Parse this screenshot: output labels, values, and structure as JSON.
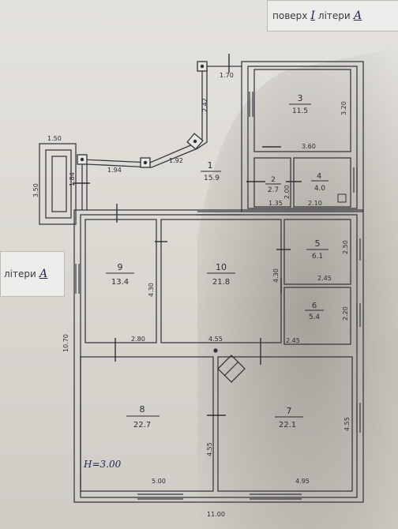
{
  "header": {
    "floor_label": "поверх",
    "floor_value": "I",
    "letter_label": "літери",
    "letter_value": "А"
  },
  "side_stamp": {
    "letter_label": "літери",
    "letter_value": "А"
  },
  "rooms": [
    {
      "no": "1",
      "area": "15.9"
    },
    {
      "no": "2",
      "area": "2.7"
    },
    {
      "no": "3",
      "area": "11.5"
    },
    {
      "no": "4",
      "area": "4.0"
    },
    {
      "no": "5",
      "area": "6.1"
    },
    {
      "no": "6",
      "area": "5.4"
    },
    {
      "no": "7",
      "area": "22.1"
    },
    {
      "no": "8",
      "area": "22.7"
    },
    {
      "no": "9",
      "area": "13.4"
    },
    {
      "no": "10",
      "area": "21.8"
    }
  ],
  "dims": {
    "d170": "1.70",
    "d242": "2.42",
    "d320a": "3.20",
    "d360": "3.60",
    "d150": "1.50",
    "d350": "3.50",
    "d184": "1.84",
    "d194": "1.94",
    "d192": "1.92",
    "d135": "1.35",
    "d200": "2.00",
    "d210": "2.10",
    "d250": "2.50",
    "d245a": "2.45",
    "d220": "2.20",
    "d245b": "2.45",
    "d430a": "4.30",
    "d430b": "4.30",
    "d280": "2.80",
    "d455a": "4.55",
    "d1070": "10.70",
    "d455b": "4.55",
    "d455c": "4.55",
    "d500": "5.00",
    "d495": "4.95",
    "d1100": "11.00",
    "height": "H=3.00"
  }
}
